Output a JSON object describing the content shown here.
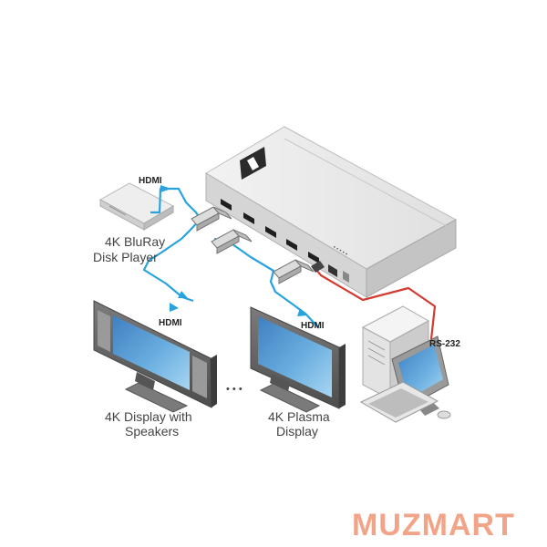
{
  "labels": {
    "bluray_line1": "4K BluRay",
    "bluray_line2": "Disk Player",
    "hdmi_top": "HDMI",
    "hdmi_left": "HDMI",
    "hdmi_right": "HDMI",
    "display_left_line1": "4K Display with",
    "display_left_line2": "Speakers",
    "display_right_line1": "4K Plasma",
    "display_right_line2": "Display",
    "rs232": "RS-232",
    "ellipsis": "• • •",
    "watermark": "MUZMART"
  },
  "colors": {
    "hdmi_cable": "#29a3dd",
    "rs232_cable": "#d23c32",
    "device_body": "#e2e2e2",
    "screen": "#4a8fc9",
    "watermark": "#f2a488"
  }
}
